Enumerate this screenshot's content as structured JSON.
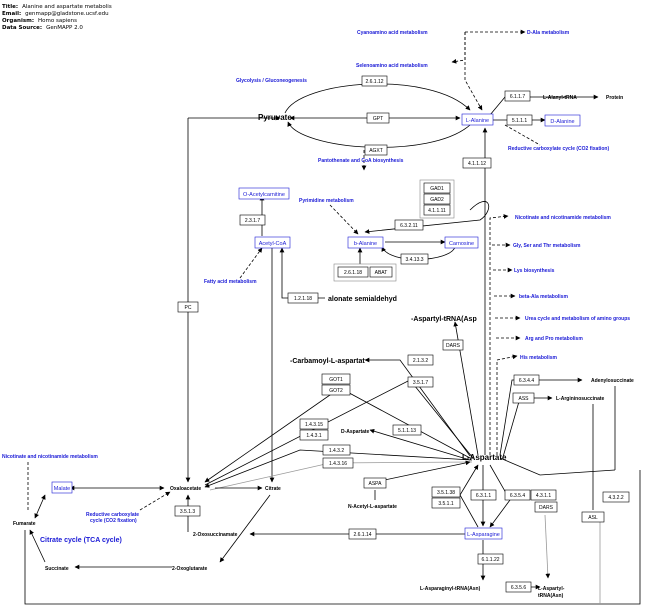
{
  "header": {
    "title_label": "Title:",
    "title": "Alanine and aspartate metabolis",
    "email_label": "Email:",
    "email": "genmapp@gladstone.ucsf.edu",
    "organism_label": "Organism:",
    "organism": "Homo sapiens",
    "source_label": "Data Source:",
    "source": "GenMAPP 2.0"
  },
  "pathways": {
    "cyanoamino": "Cyanoamino acid metabolism",
    "d_ala": "D-Ala metabolism",
    "selenoamino": "Selenoamino acid metabolism",
    "glycolysis": "Glycolysis / Gluconeogenesis",
    "reductive_carboxylate_top": "Reductive carboxylate cycle (CO2 fixation)",
    "pantothenate": "Pantothenate and CoA biosynthesis",
    "pyrimidine": "Pyrimidine metabolism",
    "nicotinate_right": "Nicotinate and nicotinamide metabolism",
    "gly_ser_thr": "Gly, Ser and Thr metabolism",
    "lys": "Lys biosynthesis",
    "beta_ala": "beta-Ala metabolism",
    "fatty_acid": "Fatty acid metabolism",
    "urea": "Urea cycle and metabolism of amino groups",
    "arg_pro": "Arg and Pro metabolism",
    "his": "His metabolism",
    "nicotinate_left": "Nicotinate and nicotinamide metabolism",
    "reductive_carboxylate_1": "Reductive carboxylate",
    "reductive_carboxylate_2": "cycle (CO2 fixation)",
    "citrate_cycle": "Citrate cycle (TCA cycle)"
  },
  "metabolites": {
    "pyruvate": "Pyruvate",
    "l_alanine": "L-Alanine",
    "d_alanine": "D-Alanine",
    "l_alanyl_trna": "L-Alanyl-tRNA",
    "protein": "Protein",
    "o_acetylcarnitine": "O-Acetylcarnitine",
    "acetyl_coa": "Acetyl-CoA",
    "b_alanine": "b-Alanine",
    "carnosine": "Carnosine",
    "malonate_semialdehyde": "alonate semialdehyd",
    "aspartyl_trna_asp": "-Aspartyl-tRNA(Asp",
    "carbamoyl_aspartate": "-Carbamoyl-L-aspartat",
    "d_aspartate": "D-Aspartate",
    "l_aspartate": "L-Aspartate",
    "adenylosuccinate": "Adenylosuccinate",
    "l_argininosuccinate": "L-Argininosuccinate",
    "malate": "Malate",
    "oxaloacetate": "Oxaloacetate",
    "citrate": "Citrate",
    "n_acetyl_l_aspartate": "N-Acetyl-L-aspartate",
    "fumarate": "Fumarate",
    "oxosuccinamate": "2-Oxosuccinamate",
    "l_asparagine": "L-Asparagine",
    "succinate": "Succinate",
    "oxoglutarate": "2-Oxoglutarate",
    "asparaginyl_trna": "L-Asparaginyl-tRNA(Asn)",
    "aspartyl_trna_asn_1": "L-Aspartyl-",
    "aspartyl_trna_asn_2": "tRNA(Asn)"
  },
  "genes": {
    "g2_6_1_12": "2.6.1.12",
    "gpt": "GPT",
    "agxt": "AGXT",
    "g6_1_1_7": "6.1.1.7",
    "g5_1_1_1": "5.1.1.1",
    "g4_1_1_12": "4.1.1.12",
    "gad1": "GAD1",
    "gad2": "GAD2",
    "g4_1_1_11": "4.1.1.11",
    "g6_3_2_11": "6.3.2.11",
    "g3_4_13_3": "3.4.13.3",
    "g2_6_1_18": "2.6.1.18",
    "abat": "ABAT",
    "g2_3_1_7": "2.3.1.7",
    "g1_2_1_18": "1.2.1.18",
    "pc": "PC",
    "dars": "DARS",
    "g2_1_3_2": "2.1.3.2",
    "g3_5_1_7": "3.5.1.7",
    "got1": "GOT1",
    "got2": "GOT2",
    "g1_4_3_15": "1.4.3.15",
    "g1_4_3_1": "1.4.3.1",
    "g5_1_1_13": "5.1.1.13",
    "g1_4_3_2": "1.4.3.2",
    "g1_4_3_16": "1.4.3.16",
    "g6_3_4_4": "6.3.4.4",
    "ass": "ASS",
    "aspa": "ASPA",
    "g3_5_1_38": "3.5.1.38",
    "g3_5_1_1": "3.5.1.1",
    "g6_3_1_1": "6.3.1.1",
    "g6_3_5_4": "6.3.5.4",
    "g4_3_1_1": "4.3.1.1",
    "g4_3_2_2": "4.3.2.2",
    "asl": "ASL",
    "g3_5_1_3": "3.5.1.3",
    "g2_6_1_14": "2.6.1.14",
    "g6_1_1_22": "6.1.1.22",
    "g6_3_5_6": "6.3.5.6"
  },
  "colors": {
    "pathway_link": "#1a1ad6",
    "line": "#000000"
  }
}
